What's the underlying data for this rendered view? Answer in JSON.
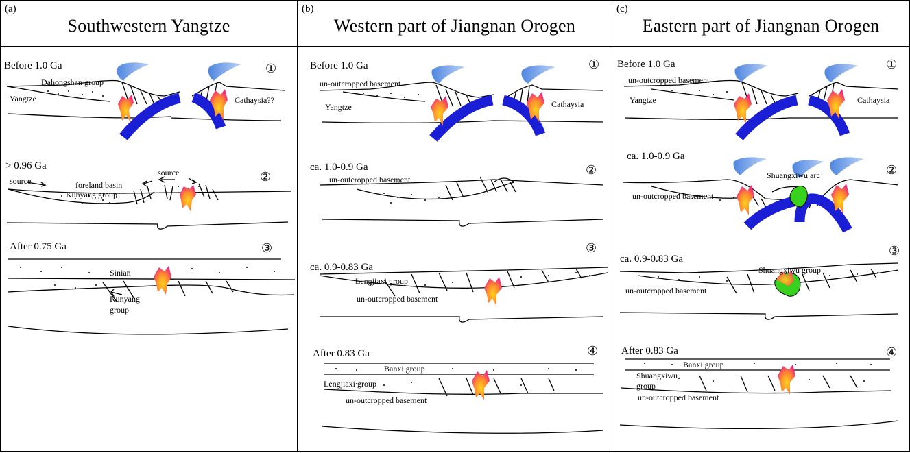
{
  "panels": [
    {
      "tag": "(a)",
      "title": "Southwestern Yangtze",
      "stages": [
        {
          "num": "①",
          "time": "Before 1.0 Ga",
          "labels": [
            "Dahongshan group",
            "Yangtze",
            "Cathaysia??"
          ]
        },
        {
          "num": "②",
          "time": "> 0.96 Ga",
          "labels": [
            "source",
            "foreland basin",
            "Kunyang group",
            "source"
          ]
        },
        {
          "num": "③",
          "time": "After 0.75 Ga",
          "labels": [
            "Sinian",
            "Kunyang",
            "group"
          ]
        }
      ]
    },
    {
      "tag": "(b)",
      "title": "Western part of Jiangnan Orogen",
      "stages": [
        {
          "num": "①",
          "time": "Before 1.0 Ga",
          "labels": [
            "un-outcropped basement",
            "Yangtze",
            "Cathaysia"
          ]
        },
        {
          "num": "②",
          "time": "ca. 1.0-0.9 Ga",
          "labels": [
            "un-outcropped basement"
          ]
        },
        {
          "num": "③",
          "time": "ca. 0.9-0.83 Ga",
          "labels": [
            "Lengjiaxi group",
            "un-outcropped basement"
          ]
        },
        {
          "num": "④",
          "time": "After 0.83 Ga",
          "labels": [
            "Banxi group",
            "Lengjiaxi group",
            "un-outcropped basement"
          ]
        }
      ]
    },
    {
      "tag": "(c)",
      "title": "Eastern part of Jiangnan Orogen",
      "stages": [
        {
          "num": "①",
          "time": "Before 1.0 Ga",
          "labels": [
            "un-outcropped basement",
            "Yangtze",
            "Cathaysia"
          ]
        },
        {
          "num": "②",
          "time": "ca. 1.0-0.9 Ga",
          "labels": [
            "Shuangxiwu arc",
            "un-outcropped basement"
          ]
        },
        {
          "num": "③",
          "time": "ca. 0.9-0.83 Ga",
          "labels": [
            "Shuangxiwu group",
            "un-outcropped basement"
          ]
        },
        {
          "num": "④",
          "time": "After 0.83 Ga",
          "labels": [
            "Banxi group",
            "Shuangxiwu",
            "group",
            "un-outcropped basement"
          ]
        }
      ]
    }
  ],
  "colors": {
    "slab": "#1a1fd6",
    "volcano_plume": "#6f9fe8",
    "magma_outer": "#f0287e",
    "magma_inner": "#ffc21a",
    "arc_green": "#38d11e"
  }
}
